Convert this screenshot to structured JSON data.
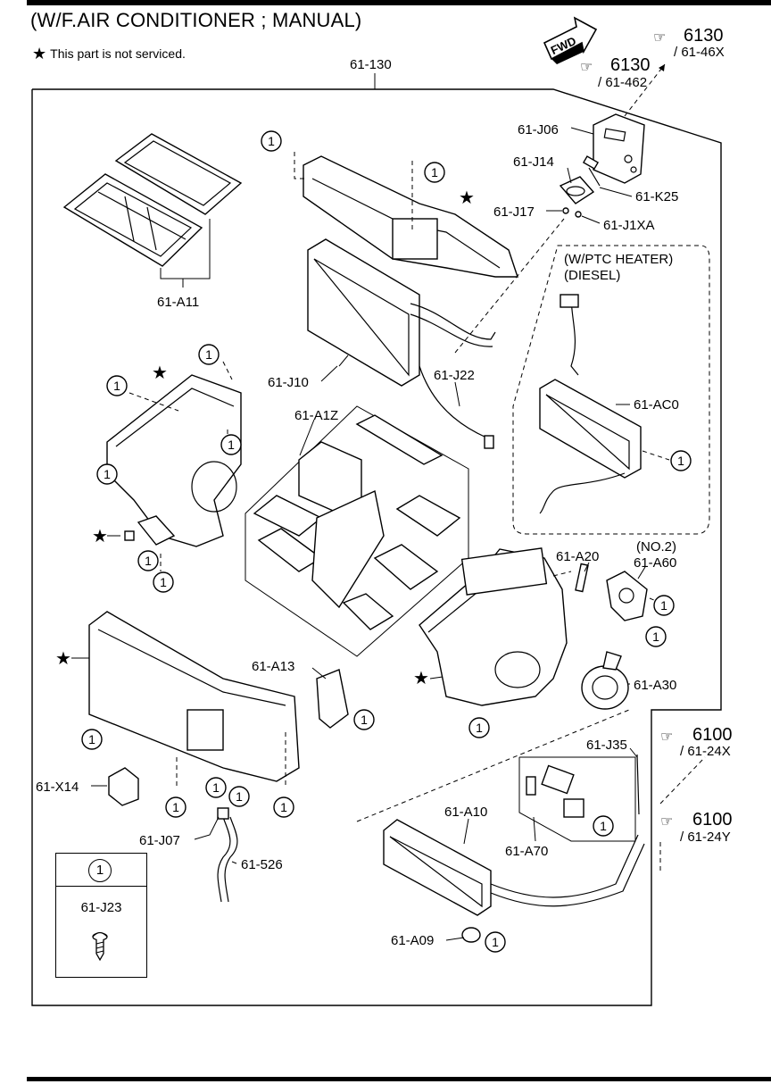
{
  "header": {
    "title": "(W/F.AIR CONDITIONER ; MANUAL)",
    "note_star": "★",
    "note_text": "This part is not serviced."
  },
  "fwd_label": "FWD",
  "assembly_label": "61-130",
  "ptc_note": {
    "line1": "(W/PTC HEATER)",
    "line2": "(DIESEL)"
  },
  "no2_note": "(NO.2)",
  "circle_label": "1",
  "star_mark": "★",
  "references": [
    {
      "id": "ref-6130-46x",
      "page": "6130",
      "code": "/ 61-46X"
    },
    {
      "id": "ref-6130-462",
      "page": "6130",
      "code": "/ 61-462"
    },
    {
      "id": "ref-6100-24x",
      "page": "6100",
      "code": "/ 61-24X"
    },
    {
      "id": "ref-6100-24y",
      "page": "6100",
      "code": "/ 61-24Y"
    }
  ],
  "part_labels": [
    "61-J06",
    "61-J14",
    "61-K25",
    "61-J17",
    "61-J1XA",
    "61-A11",
    "61-J10",
    "61-J22",
    "61-AC0",
    "61-A1Z",
    "61-A20",
    "61-A60",
    "61-A13",
    "61-A30",
    "61-J35",
    "61-X14",
    "61-A10",
    "61-J07",
    "61-526",
    "61-A70",
    "61-A09"
  ],
  "legend": {
    "number": "1",
    "part": "61-J23"
  }
}
